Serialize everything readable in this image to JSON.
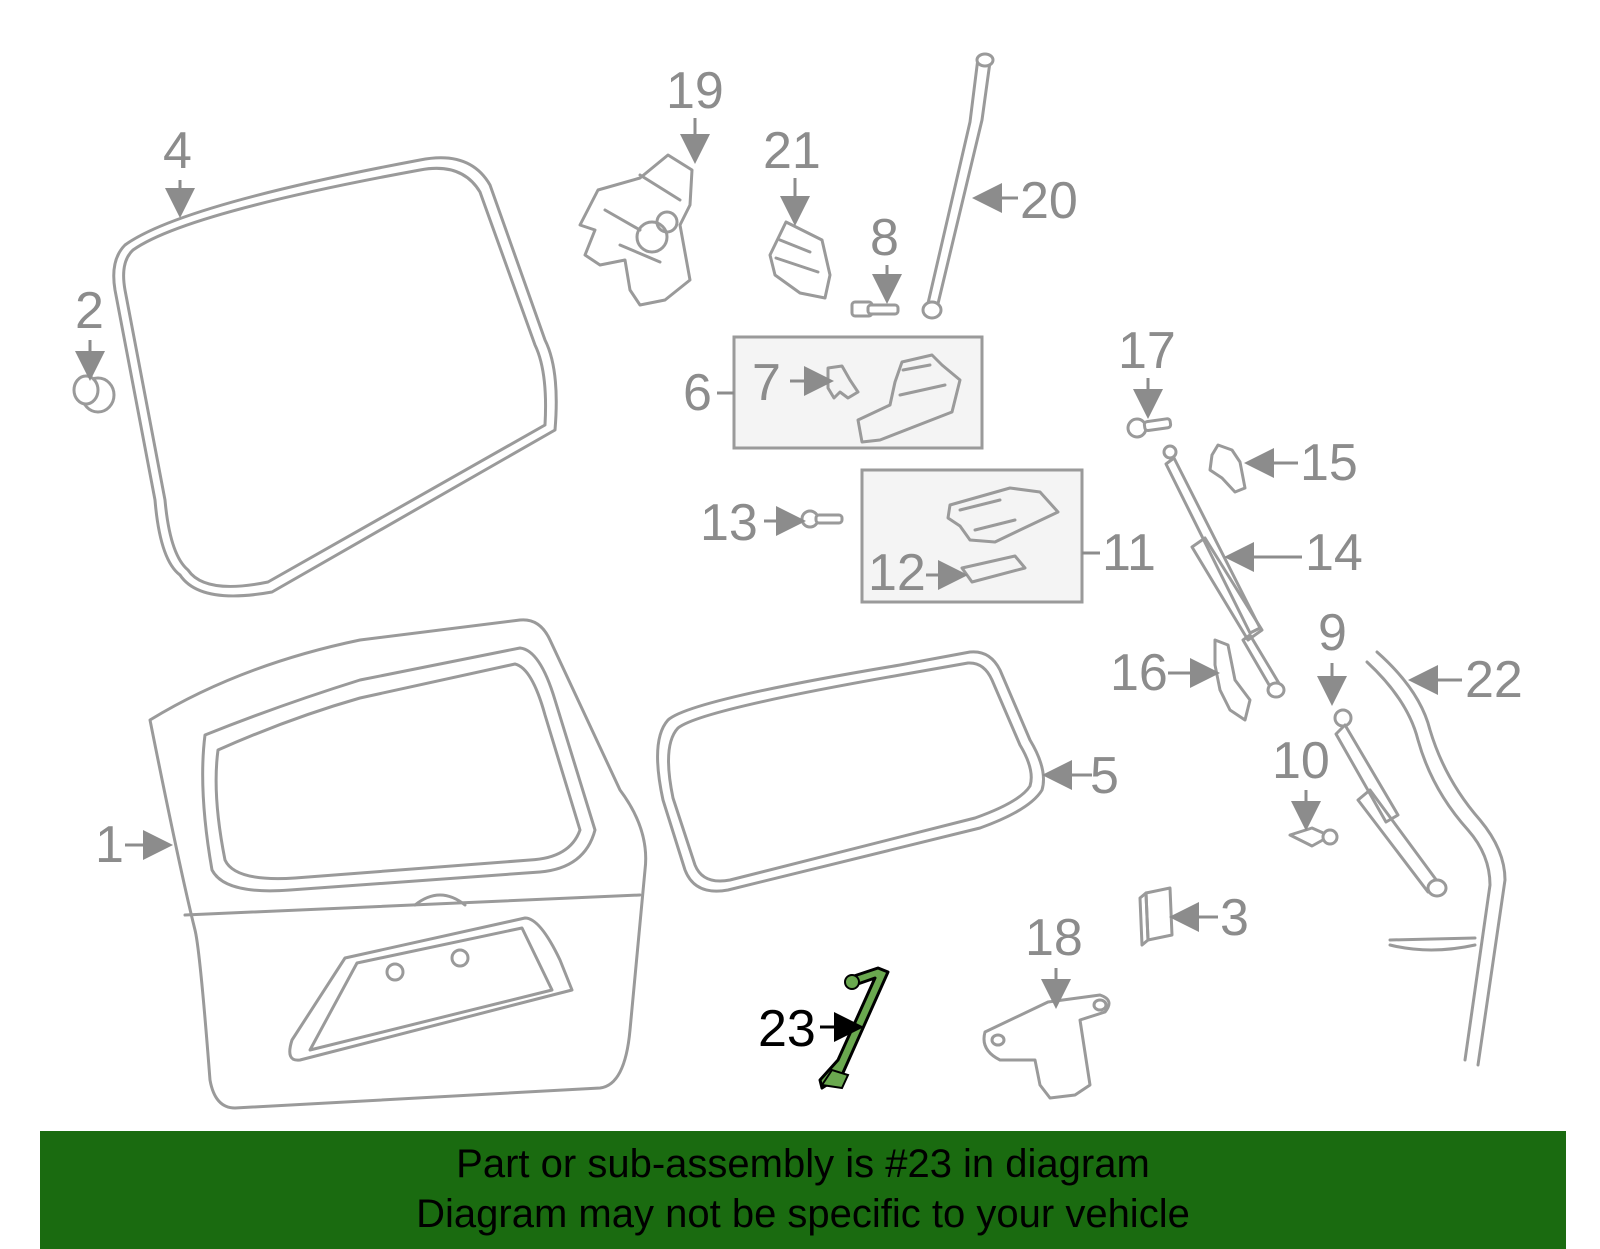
{
  "diagram": {
    "labels": [
      "1",
      "2",
      "3",
      "4",
      "5",
      "6",
      "7",
      "8",
      "9",
      "10",
      "11",
      "12",
      "13",
      "14",
      "15",
      "16",
      "17",
      "18",
      "19",
      "20",
      "21",
      "22",
      "23"
    ],
    "colors": {
      "part_stroke": "#9a9a9a",
      "label_text": "#8c8c8c",
      "highlight_label": "#000000",
      "highlight_part": "#2e7d32",
      "banner_background": "#1a6b10"
    }
  },
  "banner": {
    "line1": "Part or sub-assembly is #23 in diagram",
    "line2": "Diagram may not be specific to your vehicle"
  }
}
